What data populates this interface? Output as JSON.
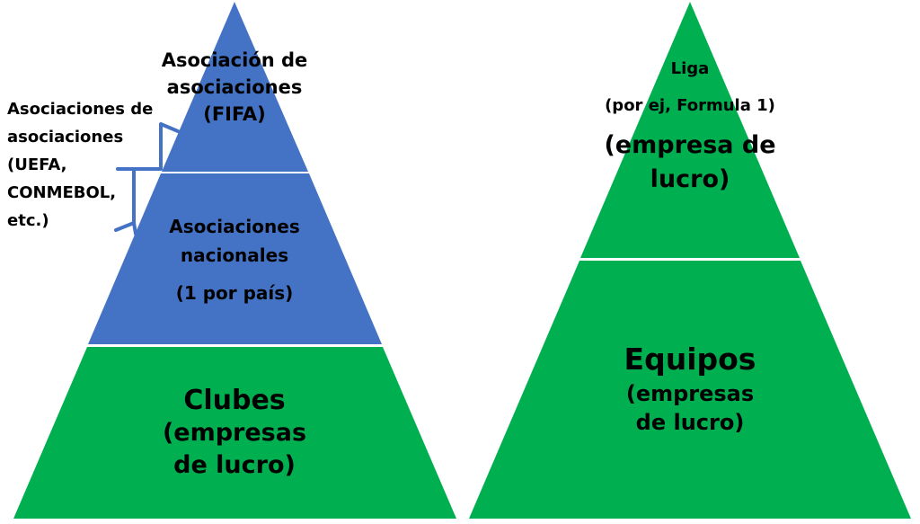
{
  "colors": {
    "blue": "#4472c4",
    "green": "#00b050",
    "bracket": "#4472c4",
    "divider": "#ffffff",
    "text": "#000000"
  },
  "left_pyramid": {
    "top_tier": {
      "line1": "Asociación de",
      "line2": "asociaciones",
      "line3": "(FIFA)"
    },
    "middle_tier": {
      "line1": "Asociaciones",
      "line2": "nacionales",
      "line3": "(1 por país)"
    },
    "bottom_tier": {
      "line1": "Clubes",
      "line2": "(empresas",
      "line3": "de lucro)"
    }
  },
  "side_annotation": {
    "line1": "Asociaciones de",
    "line2": "asociaciones",
    "line3": "(UEFA,",
    "line4": "CONMEBOL,",
    "line5": "etc.)"
  },
  "right_pyramid": {
    "top_tier": {
      "line1": "Liga",
      "line2": "(por ej, Formula 1)",
      "line3": "(empresa de",
      "line4": "lucro)"
    },
    "bottom_tier": {
      "line1": "Equipos",
      "line2": "(empresas",
      "line3": "de lucro)"
    }
  }
}
